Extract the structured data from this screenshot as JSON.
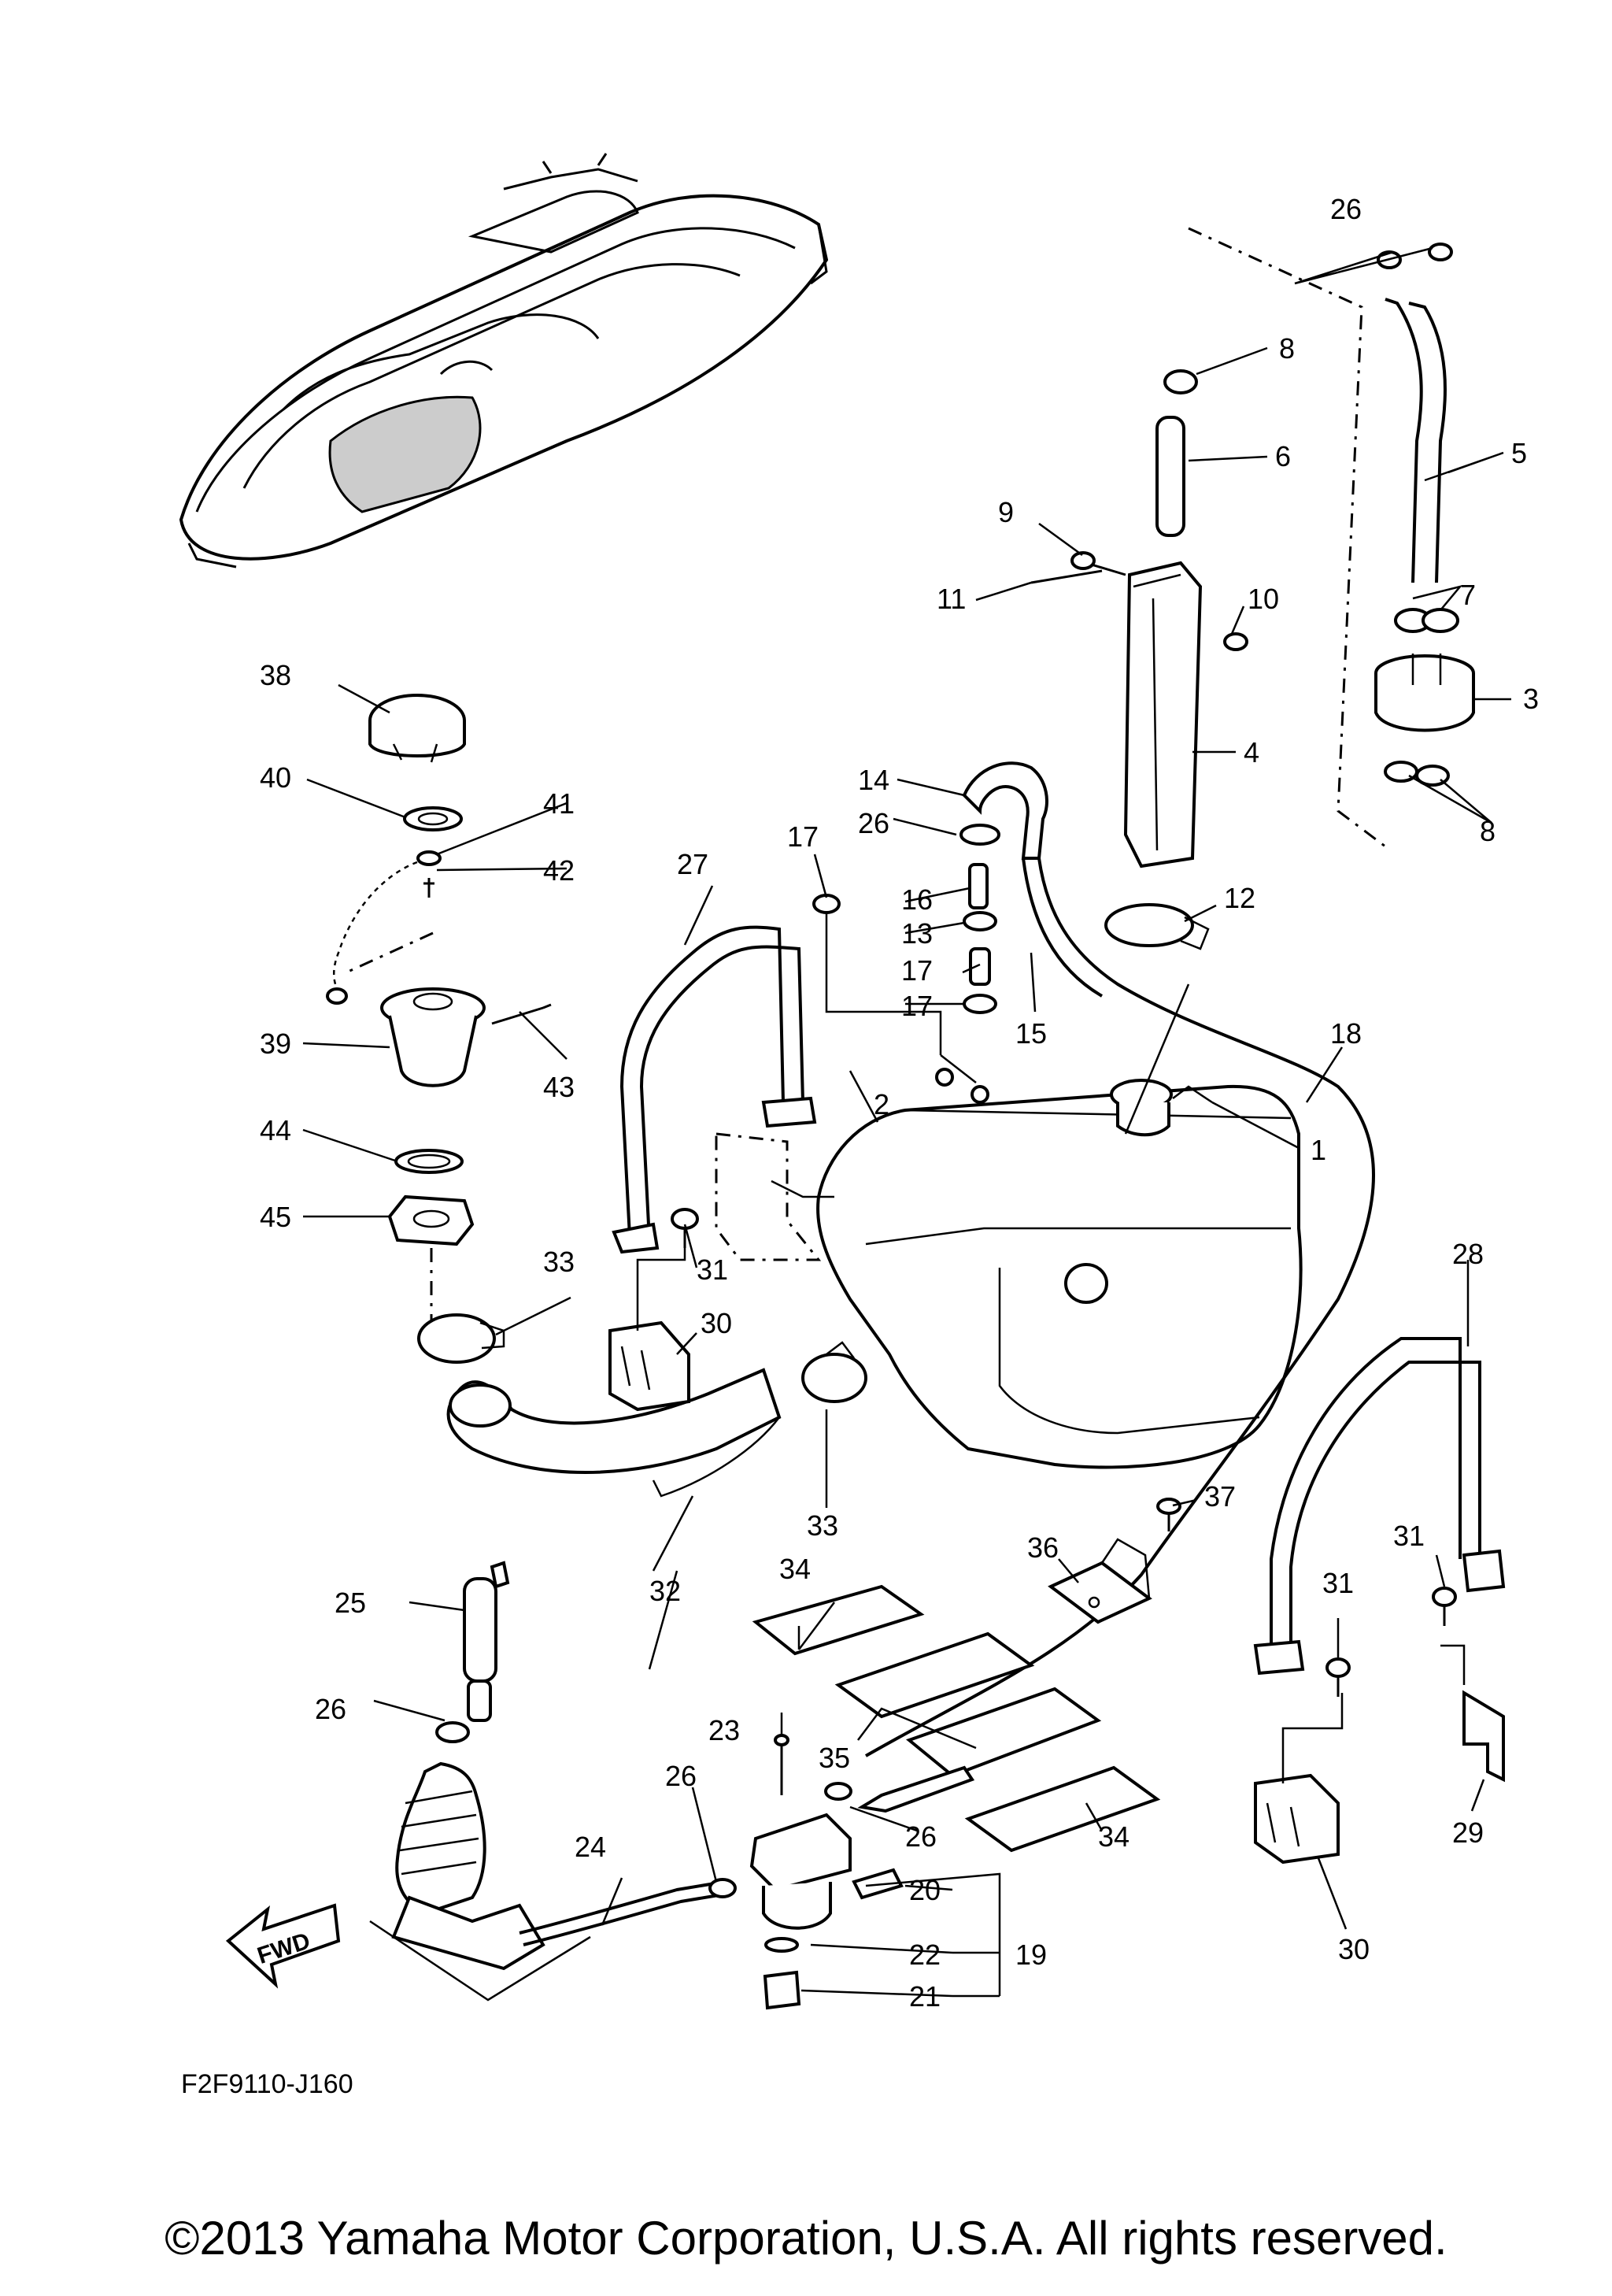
{
  "callouts": [
    {
      "label": "1"
    },
    {
      "label": "2"
    },
    {
      "label": "3"
    },
    {
      "label": "4"
    },
    {
      "label": "5"
    },
    {
      "label": "6"
    },
    {
      "label": "7"
    },
    {
      "label": "8"
    },
    {
      "label": "8"
    },
    {
      "label": "9"
    },
    {
      "label": "10"
    },
    {
      "label": "11"
    },
    {
      "label": "12"
    },
    {
      "label": "13"
    },
    {
      "label": "14"
    },
    {
      "label": "15"
    },
    {
      "label": "16"
    },
    {
      "label": "17"
    },
    {
      "label": "17"
    },
    {
      "label": "17"
    },
    {
      "label": "18"
    },
    {
      "label": "19"
    },
    {
      "label": "20"
    },
    {
      "label": "21"
    },
    {
      "label": "22"
    },
    {
      "label": "23"
    },
    {
      "label": "24"
    },
    {
      "label": "25"
    },
    {
      "label": "26"
    },
    {
      "label": "26"
    },
    {
      "label": "26"
    },
    {
      "label": "26"
    },
    {
      "label": "26"
    },
    {
      "label": "27"
    },
    {
      "label": "28"
    },
    {
      "label": "29"
    },
    {
      "label": "30"
    },
    {
      "label": "30"
    },
    {
      "label": "31"
    },
    {
      "label": "31"
    },
    {
      "label": "31"
    },
    {
      "label": "32"
    },
    {
      "label": "33"
    },
    {
      "label": "33"
    },
    {
      "label": "34"
    },
    {
      "label": "34"
    },
    {
      "label": "35"
    },
    {
      "label": "36"
    },
    {
      "label": "37"
    },
    {
      "label": "38"
    },
    {
      "label": "39"
    },
    {
      "label": "40"
    },
    {
      "label": "41"
    },
    {
      "label": "42"
    },
    {
      "label": "43"
    },
    {
      "label": "44"
    },
    {
      "label": "45"
    }
  ],
  "diagram_code": "F2F9110-J160",
  "fwd_label": "FWD",
  "copyright": "©2013 Yamaha Motor Corporation, U.S.A. All rights reserved."
}
